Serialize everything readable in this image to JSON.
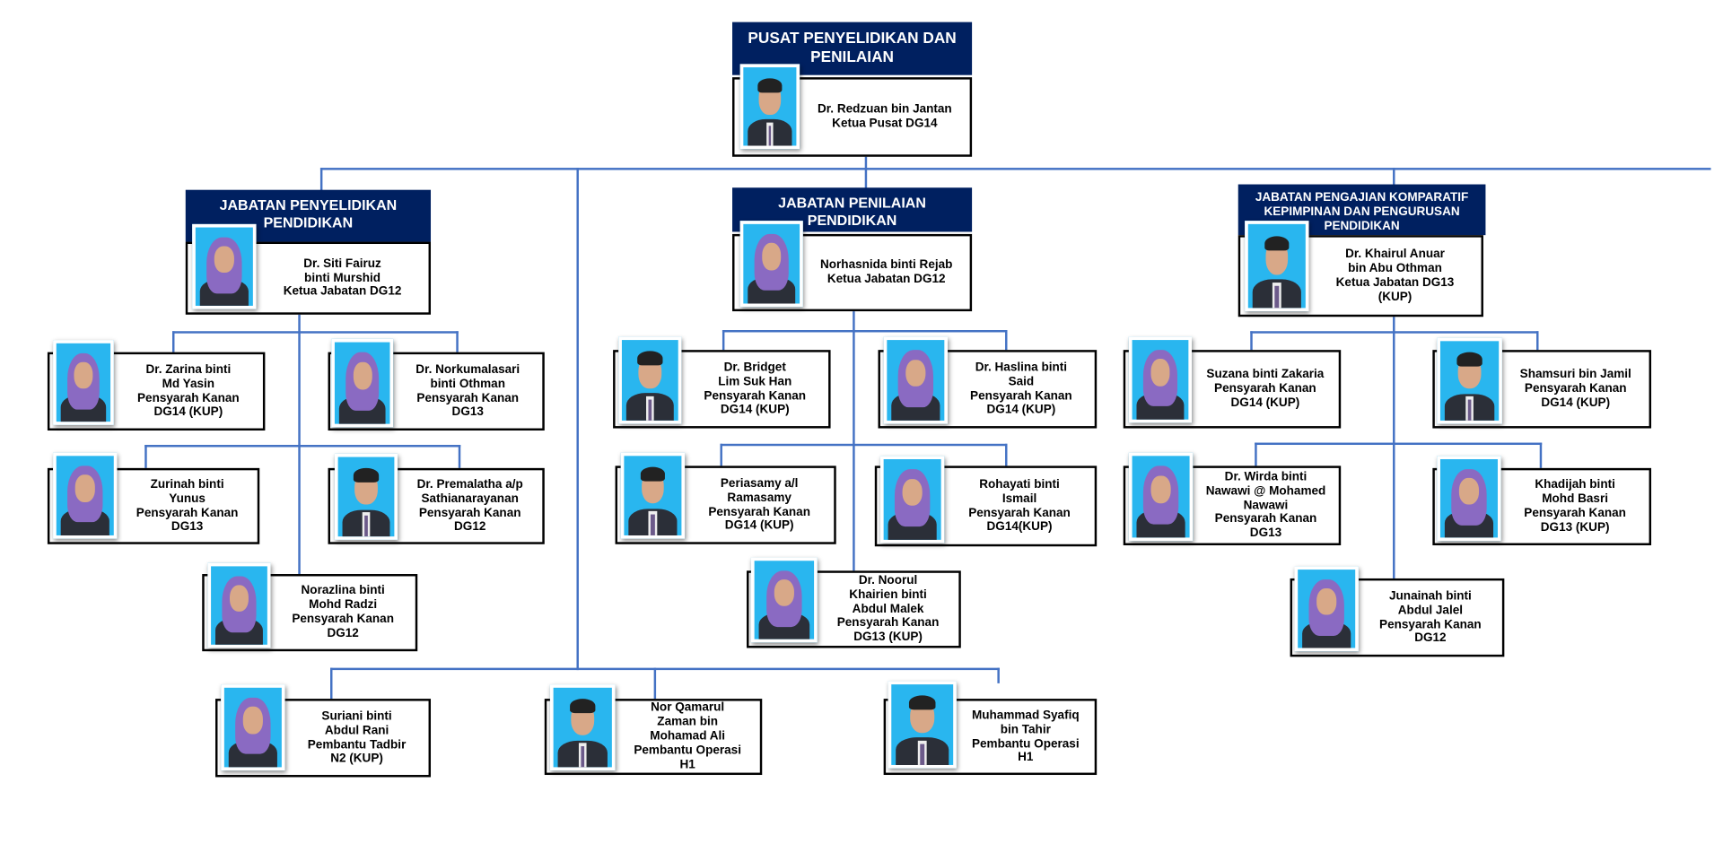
{
  "centre": {
    "title": "PUSAT PENYELIDIKAN DAN PENILAIAN",
    "head": [
      "Dr. Redzuan bin Jantan",
      "Ketua Pusat DG14"
    ]
  },
  "departments": [
    {
      "title": "JABATAN PENYELIDIKAN PENDIDIKAN",
      "head": [
        "Dr. Siti Fairuz",
        "binti Murshid",
        "Ketua Jabatan DG12"
      ]
    },
    {
      "title": "JABATAN PENILAIAN PENDIDIKAN",
      "head": [
        "Norhasnida binti Rejab",
        "Ketua Jabatan DG12"
      ]
    },
    {
      "title": "JABATAN PENGAJIAN KOMPARATIF KEPIMPINAN  DAN PENGURUSAN PENDIDIKAN",
      "head": [
        "Dr. Khairul Anuar",
        "bin Abu Othman",
        "Ketua Jabatan DG13",
        "(KUP)"
      ]
    }
  ],
  "staff": [
    {
      "lines": [
        "Dr. Zarina binti",
        "Md Yasin",
        "Pensyarah Kanan",
        "DG14 (KUP)"
      ]
    },
    {
      "lines": [
        "Dr. Norkumalasari",
        "binti Othman",
        "Pensyarah Kanan",
        "DG13"
      ]
    },
    {
      "lines": [
        "Zurinah binti",
        "Yunus",
        "Pensyarah Kanan",
        "DG13"
      ]
    },
    {
      "lines": [
        "Dr. Premalatha a/p",
        "Sathianarayanan",
        "Pensyarah Kanan",
        "DG12"
      ]
    },
    {
      "lines": [
        "Norazlina binti",
        "Mohd Radzi",
        "Pensyarah Kanan",
        "DG12"
      ]
    },
    {
      "lines": [
        "Dr. Bridget",
        "Lim Suk Han",
        "Pensyarah Kanan",
        "DG14 (KUP)"
      ]
    },
    {
      "lines": [
        "Dr. Haslina binti",
        "Said",
        "Pensyarah Kanan",
        "DG14 (KUP)"
      ]
    },
    {
      "lines": [
        "Periasamy a/l",
        "Ramasamy",
        "Pensyarah Kanan",
        "DG14 (KUP)"
      ]
    },
    {
      "lines": [
        "Rohayati binti",
        "Ismail",
        "Pensyarah Kanan",
        "DG14(KUP)"
      ]
    },
    {
      "lines": [
        "Dr. Noorul",
        "Khairien binti",
        "Abdul Malek",
        "Pensyarah Kanan",
        "DG13 (KUP)"
      ]
    },
    {
      "lines": [
        "Suzana binti Zakaria",
        "Pensyarah Kanan",
        "DG14 (KUP)"
      ]
    },
    {
      "lines": [
        "Shamsuri bin Jamil",
        "Pensyarah Kanan",
        "DG14 (KUP)"
      ]
    },
    {
      "lines": [
        "Dr. Wirda binti",
        "Nawawi @ Mohamed",
        "Nawawi",
        "Pensyarah Kanan",
        "DG13"
      ]
    },
    {
      "lines": [
        "Khadijah binti",
        "Mohd Basri",
        "Pensyarah Kanan",
        "DG13 (KUP)"
      ]
    },
    {
      "lines": [
        "Junainah binti",
        "Abdul Jalel",
        "Pensyarah Kanan",
        "DG12"
      ]
    },
    {
      "lines": [
        "Suriani binti",
        "Abdul Rani",
        "Pembantu Tadbir",
        "N2 (KUP)"
      ]
    },
    {
      "lines": [
        "Nor Qamarul",
        "Zaman bin",
        "Mohamad Ali",
        "Pembantu Operasi",
        "H1"
      ]
    },
    {
      "lines": [
        "Muhammad Syafiq",
        "bin Tahir",
        "Pembantu Operasi",
        "H1"
      ]
    }
  ],
  "colors": {
    "header": "#002060",
    "connector": "#4472c4",
    "photo_bg": "#29b6ef"
  }
}
